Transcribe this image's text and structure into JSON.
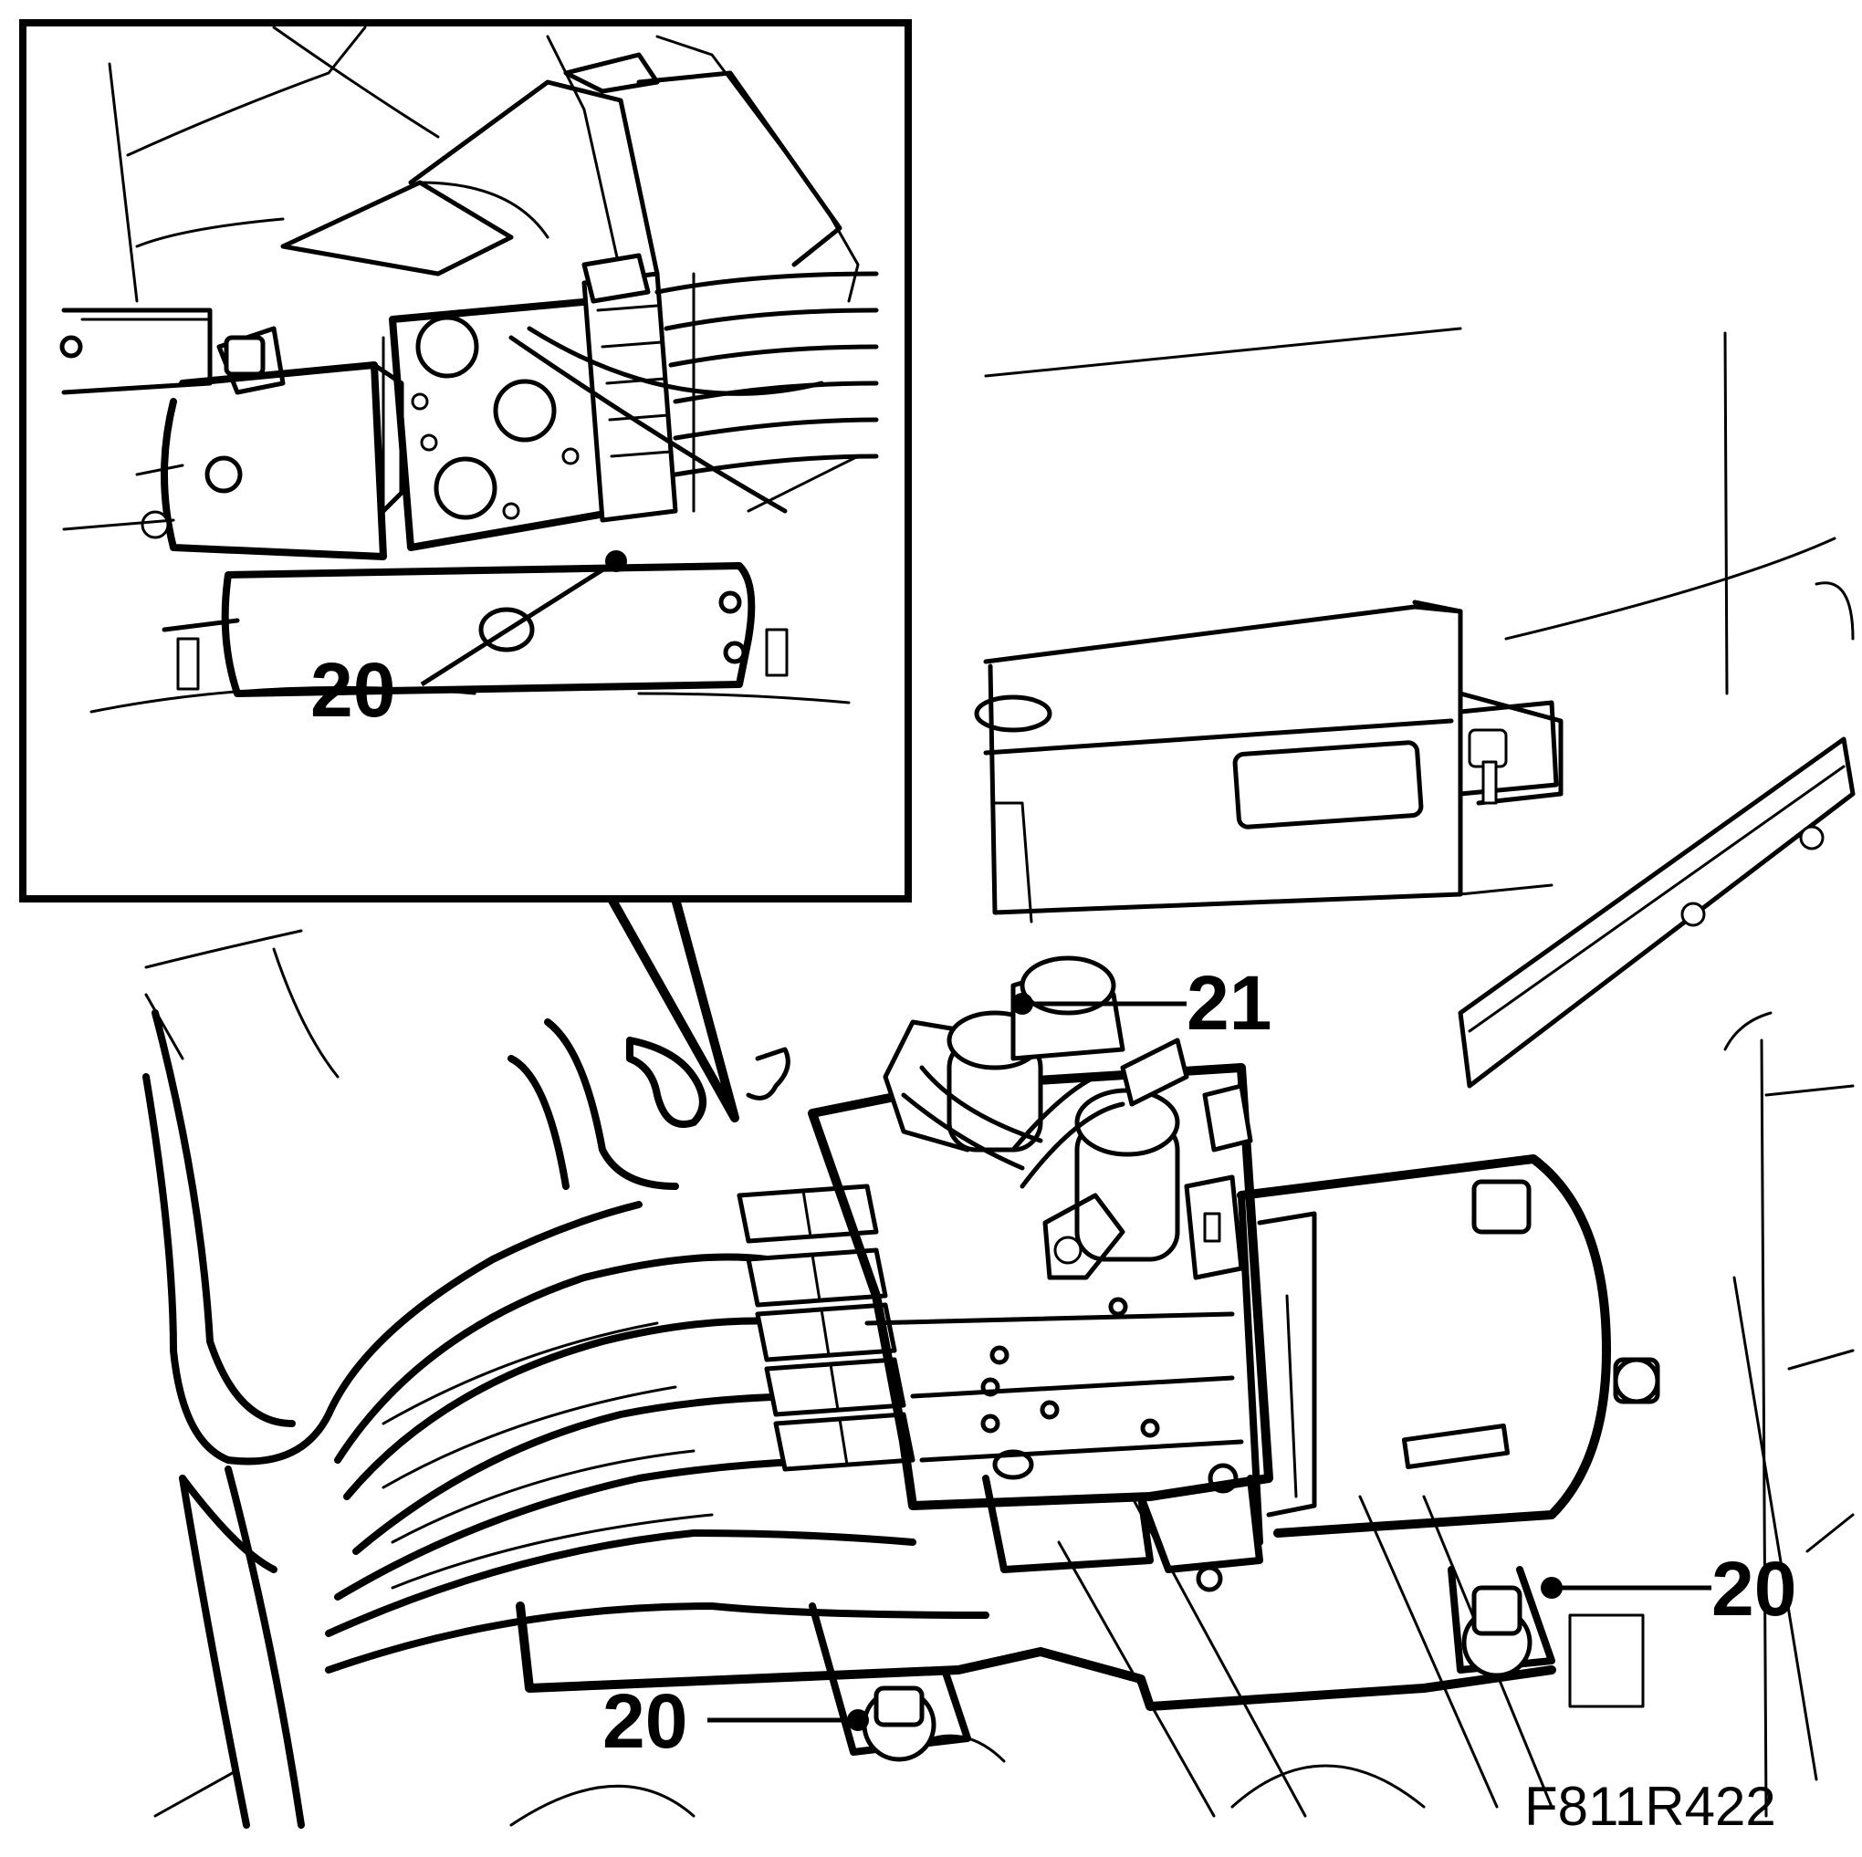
{
  "figure_id": "F811R422",
  "callouts": {
    "inset_bracket": "20",
    "main_valve": "21",
    "main_bracket_right": "20",
    "main_bracket_left": "20"
  },
  "colors": {
    "ink": "#000000",
    "paper": "#ffffff"
  }
}
